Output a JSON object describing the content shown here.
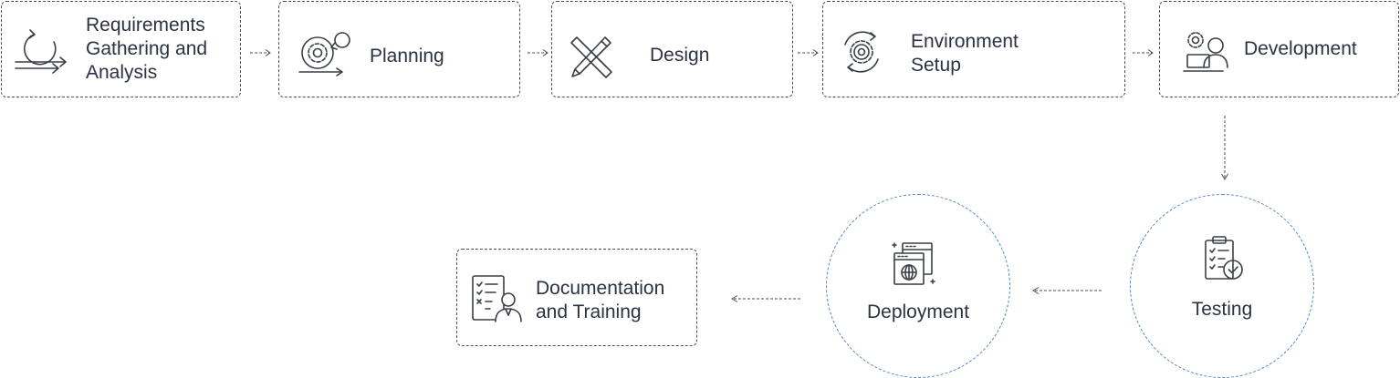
{
  "steps": {
    "requirements": {
      "label": "Requirements\nGathering and\nAnalysis",
      "icon": "agile-cycle-icon"
    },
    "planning": {
      "label": "Planning",
      "icon": "gear-cycle-icon"
    },
    "design": {
      "label": "Design",
      "icon": "pencil-ruler-icon"
    },
    "environment": {
      "label": "Environment\nSetup",
      "icon": "gear-refresh-icon"
    },
    "development": {
      "label": "Development",
      "icon": "developer-laptop-icon"
    },
    "testing": {
      "label": "Testing",
      "icon": "clipboard-check-icon"
    },
    "deployment": {
      "label": "Deployment",
      "icon": "web-windows-icon"
    },
    "documentation": {
      "label": "Documentation\nand Training",
      "icon": "checklist-person-icon"
    }
  },
  "colors": {
    "text": "#2b3242",
    "icon_stroke": "#3a3f47",
    "box_border": "#4a4f57",
    "circle_border": "#4f86c6",
    "arrow": "#4a4f57"
  }
}
